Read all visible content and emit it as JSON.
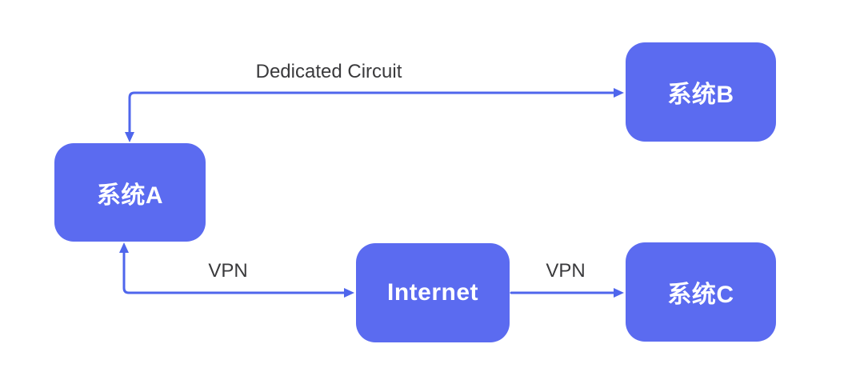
{
  "diagram": {
    "title": "system-connectivity-diagram",
    "nodes": [
      {
        "id": "system-a",
        "label": "系统A"
      },
      {
        "id": "system-b",
        "label": "系统B"
      },
      {
        "id": "internet",
        "label": "Internet"
      },
      {
        "id": "system-c",
        "label": "系统C"
      }
    ],
    "edges": [
      {
        "id": "dedicated-circuit",
        "label": "Dedicated Circuit",
        "from": "系统A",
        "to": "系统B",
        "direction": "bidirectional",
        "style": "orthogonal"
      },
      {
        "id": "vpn-a-internet",
        "label": "VPN",
        "from": "系统A",
        "to": "Internet",
        "direction": "bidirectional",
        "style": "orthogonal"
      },
      {
        "id": "vpn-internet-c",
        "label": "VPN",
        "from": "Internet",
        "to": "系统C",
        "direction": "forward",
        "style": "straight"
      }
    ]
  },
  "colors": {
    "node_fill": "#5B6BF0",
    "node_text": "#FFFFFF",
    "arrow": "#4F66EC",
    "edge_label": "#3A3A3C",
    "background": "#FFFFFF"
  }
}
